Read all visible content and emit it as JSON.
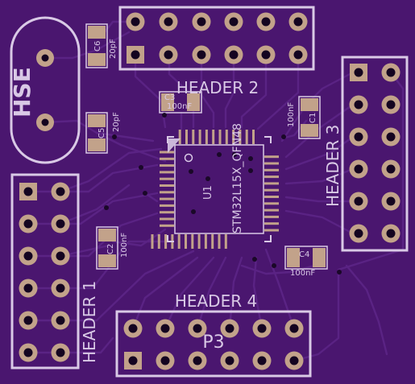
{
  "board": {
    "colors": {
      "substrate": "#4a166f",
      "copper": "#5a2384",
      "silk": "#d9c9e6",
      "pad": "#c2a28a",
      "hole": "#140420",
      "via": "#1a0828",
      "ic_body": "#4a166f"
    }
  },
  "labels": {
    "header1": "HEADER 1",
    "header2": "HEADER 2",
    "header3": "HEADER 3",
    "header4": "HEADER 4",
    "p3": "P3",
    "hse": "HSE",
    "u1": "U1",
    "ic_part": "STM32L15X_QFN48",
    "c1": "C1",
    "c1_value": "100nF",
    "c2": "C2",
    "c2_value": "100nF",
    "c3": "C3",
    "c3_value": "100nF",
    "c4": "C4",
    "c4_value": "100nF",
    "c5": "C5",
    "c5_value": "20pF",
    "c6": "C6",
    "c6_value": "20pF"
  }
}
